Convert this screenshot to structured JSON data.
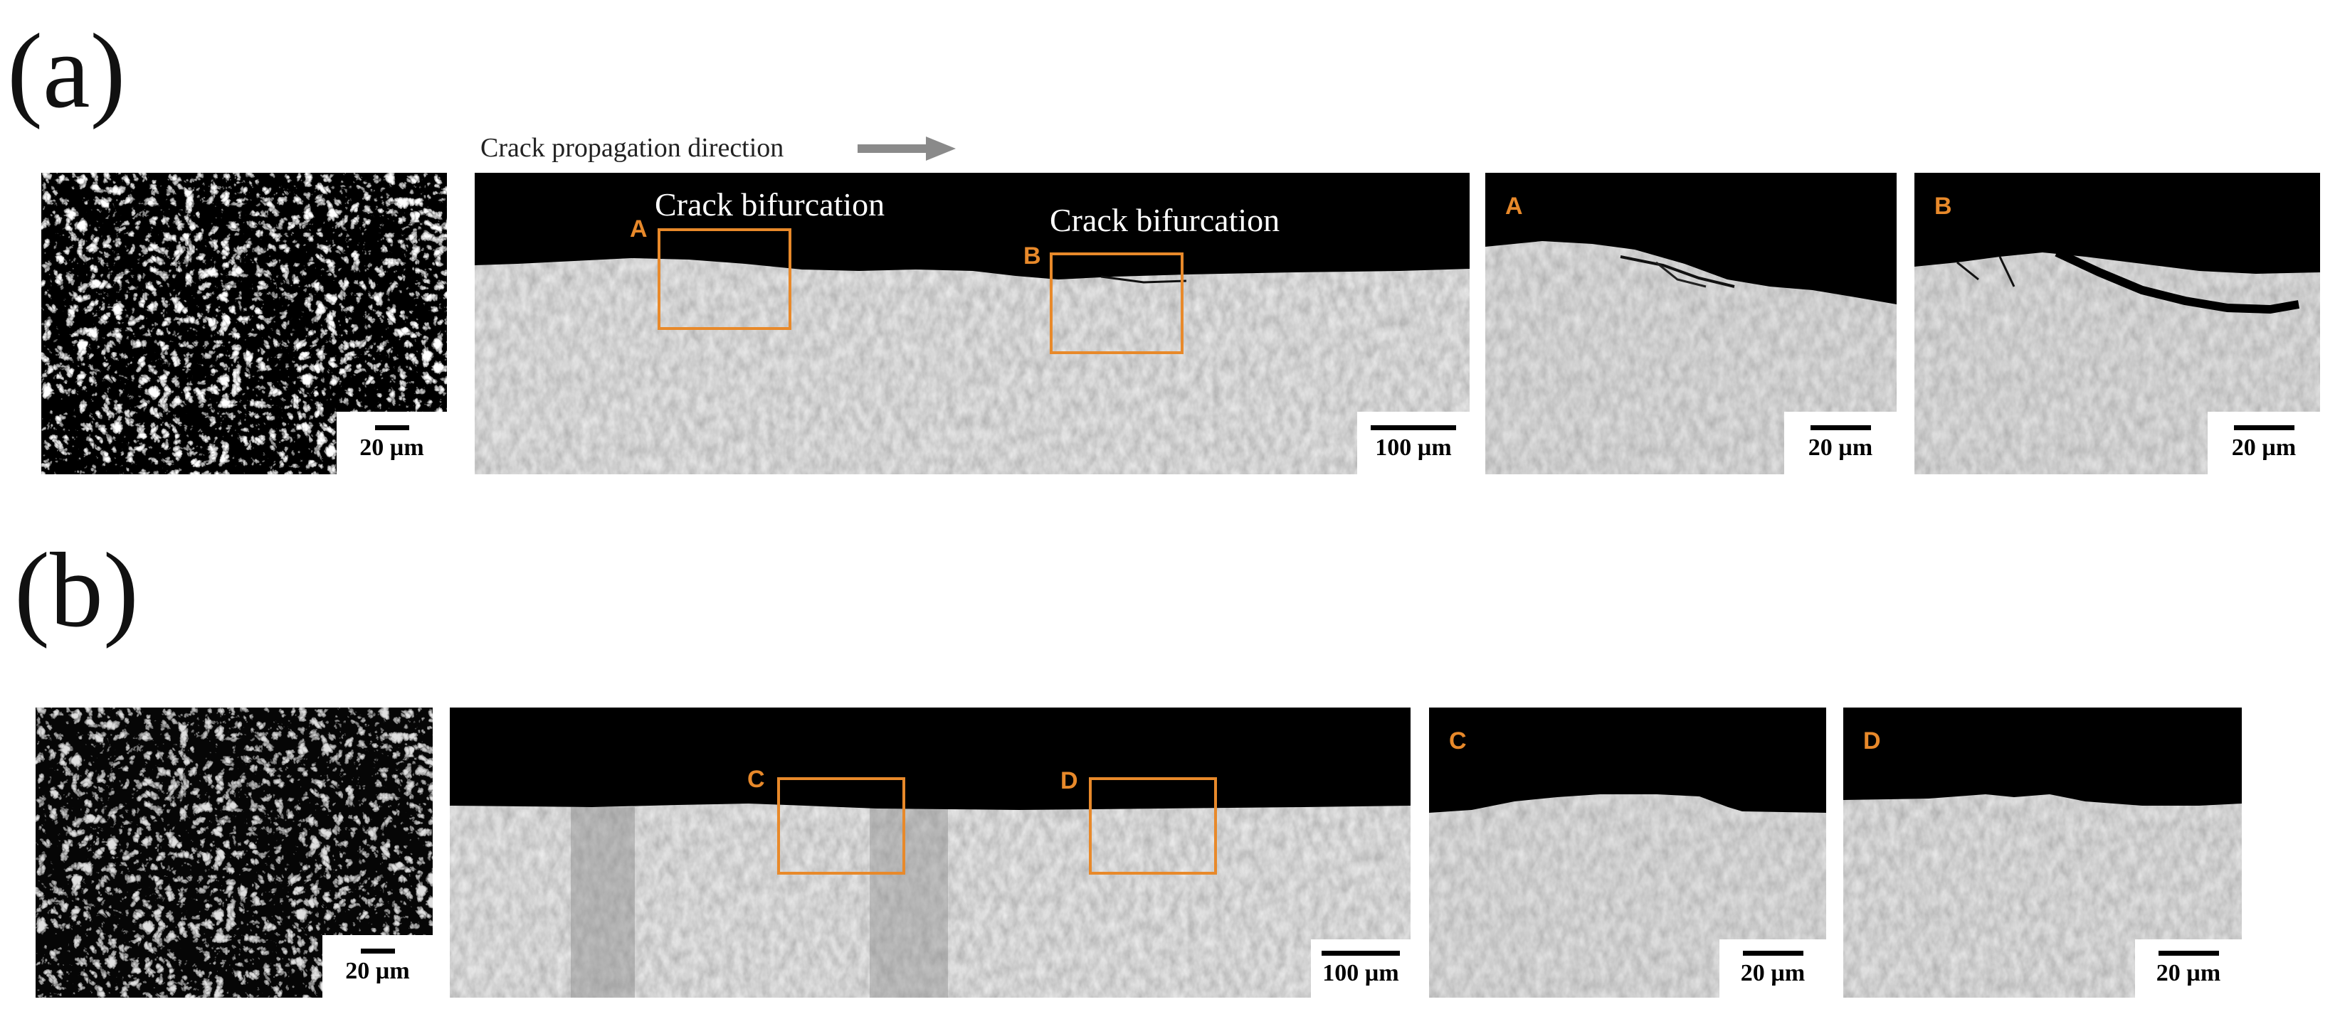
{
  "figure": {
    "row_a": {
      "label": "(a)",
      "direction_text": "Crack propagation direction",
      "fracture": {
        "scale": "20 µm"
      },
      "overview": {
        "scale": "100 µm",
        "roi_a": "A",
        "roi_b": "B",
        "bifurcation_1": "Crack bifurcation",
        "bifurcation_2": "Crack bifurcation"
      },
      "detail_a": {
        "label": "A",
        "scale": "20 µm"
      },
      "detail_b": {
        "label": "B",
        "scale": "20 µm"
      }
    },
    "row_b": {
      "label": "(b)",
      "fracture": {
        "scale": "20 µm"
      },
      "overview": {
        "scale": "100 µm",
        "roi_c": "C",
        "roi_d": "D"
      },
      "detail_c": {
        "label": "C",
        "scale": "20 µm"
      },
      "detail_d": {
        "label": "D",
        "scale": "20 µm"
      }
    }
  },
  "colors": {
    "roi_orange": "#e8892a",
    "arrow_gray": "#8a8a8a",
    "void_black": "#000000",
    "metal_gray": "#a8a8a8"
  }
}
